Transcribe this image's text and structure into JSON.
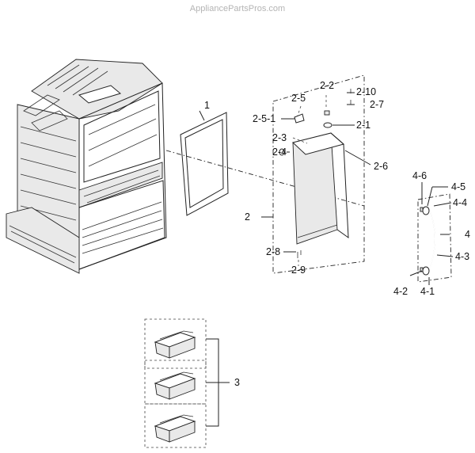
{
  "watermark": "AppliancePartsPros.com",
  "callouts": {
    "c1": "1",
    "c2": "2",
    "c2_1": "2-1",
    "c2_2": "2-2",
    "c2_3": "2-3",
    "c2_4": "2-4",
    "c2_5": "2-5",
    "c2_5_1": "2-5-1",
    "c2_6": "2-6",
    "c2_7": "2-7",
    "c2_8": "2-8",
    "c2_9": "2-9",
    "c2_10": "2-10",
    "c3": "3",
    "c4": "4",
    "c4_1": "4-1",
    "c4_2": "4-2",
    "c4_3": "4-3",
    "c4_4": "4-4",
    "c4_5": "4-5",
    "c4_6": "4-6"
  }
}
